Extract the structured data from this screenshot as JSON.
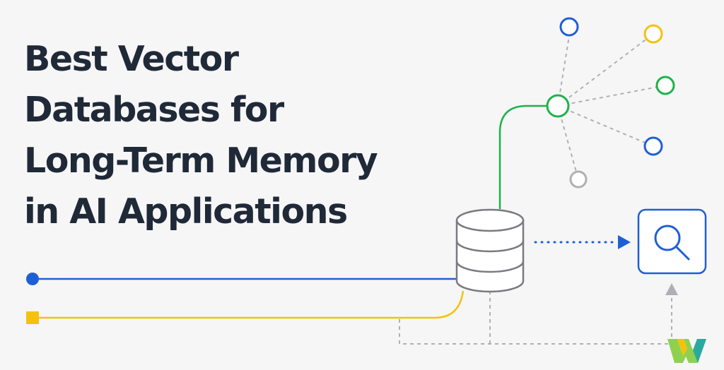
{
  "title": {
    "lines": [
      "Best Vector",
      "Databases for",
      "Long-Term Memory",
      "in AI Applications"
    ]
  },
  "colors": {
    "text": "#1f2937",
    "blue": "#1f5fd6",
    "yellow": "#f4c20d",
    "green": "#1fb24a",
    "gray": "#b0b0b4",
    "database_stroke": "#7a7a80",
    "background": "#f6f6f7"
  },
  "icons": {
    "database": "database-icon",
    "search": "magnifier-icon",
    "logo": "w-logo-icon"
  }
}
